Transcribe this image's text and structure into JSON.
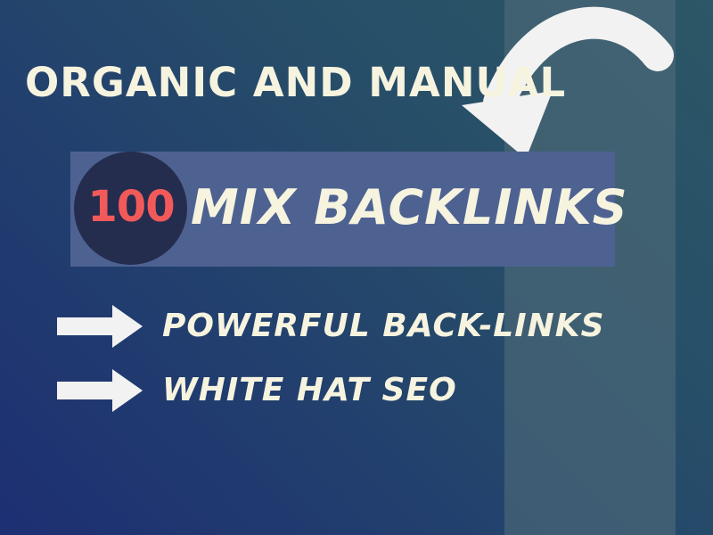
{
  "subtitle": "ORGANIC AND MANUAL",
  "badge": {
    "number": "100"
  },
  "headline": "MIX BACKLINKS",
  "features": [
    {
      "label": "POWERFUL BACK-LINKS",
      "icon": "right-arrow-icon"
    },
    {
      "label": "WHITE HAT SEO",
      "icon": "right-arrow-icon"
    }
  ],
  "decorations": {
    "curved_arrow_icon": "curved-down-arrow-icon"
  },
  "colors": {
    "background_start": "#1d2f73",
    "background_end": "#2b5766",
    "panel": "#4f6a79",
    "banner": "#4e6292",
    "circle": "#252d4f",
    "number": "#f25a5a",
    "text": "#f6f3df",
    "arrow": "#f2f2f2"
  }
}
